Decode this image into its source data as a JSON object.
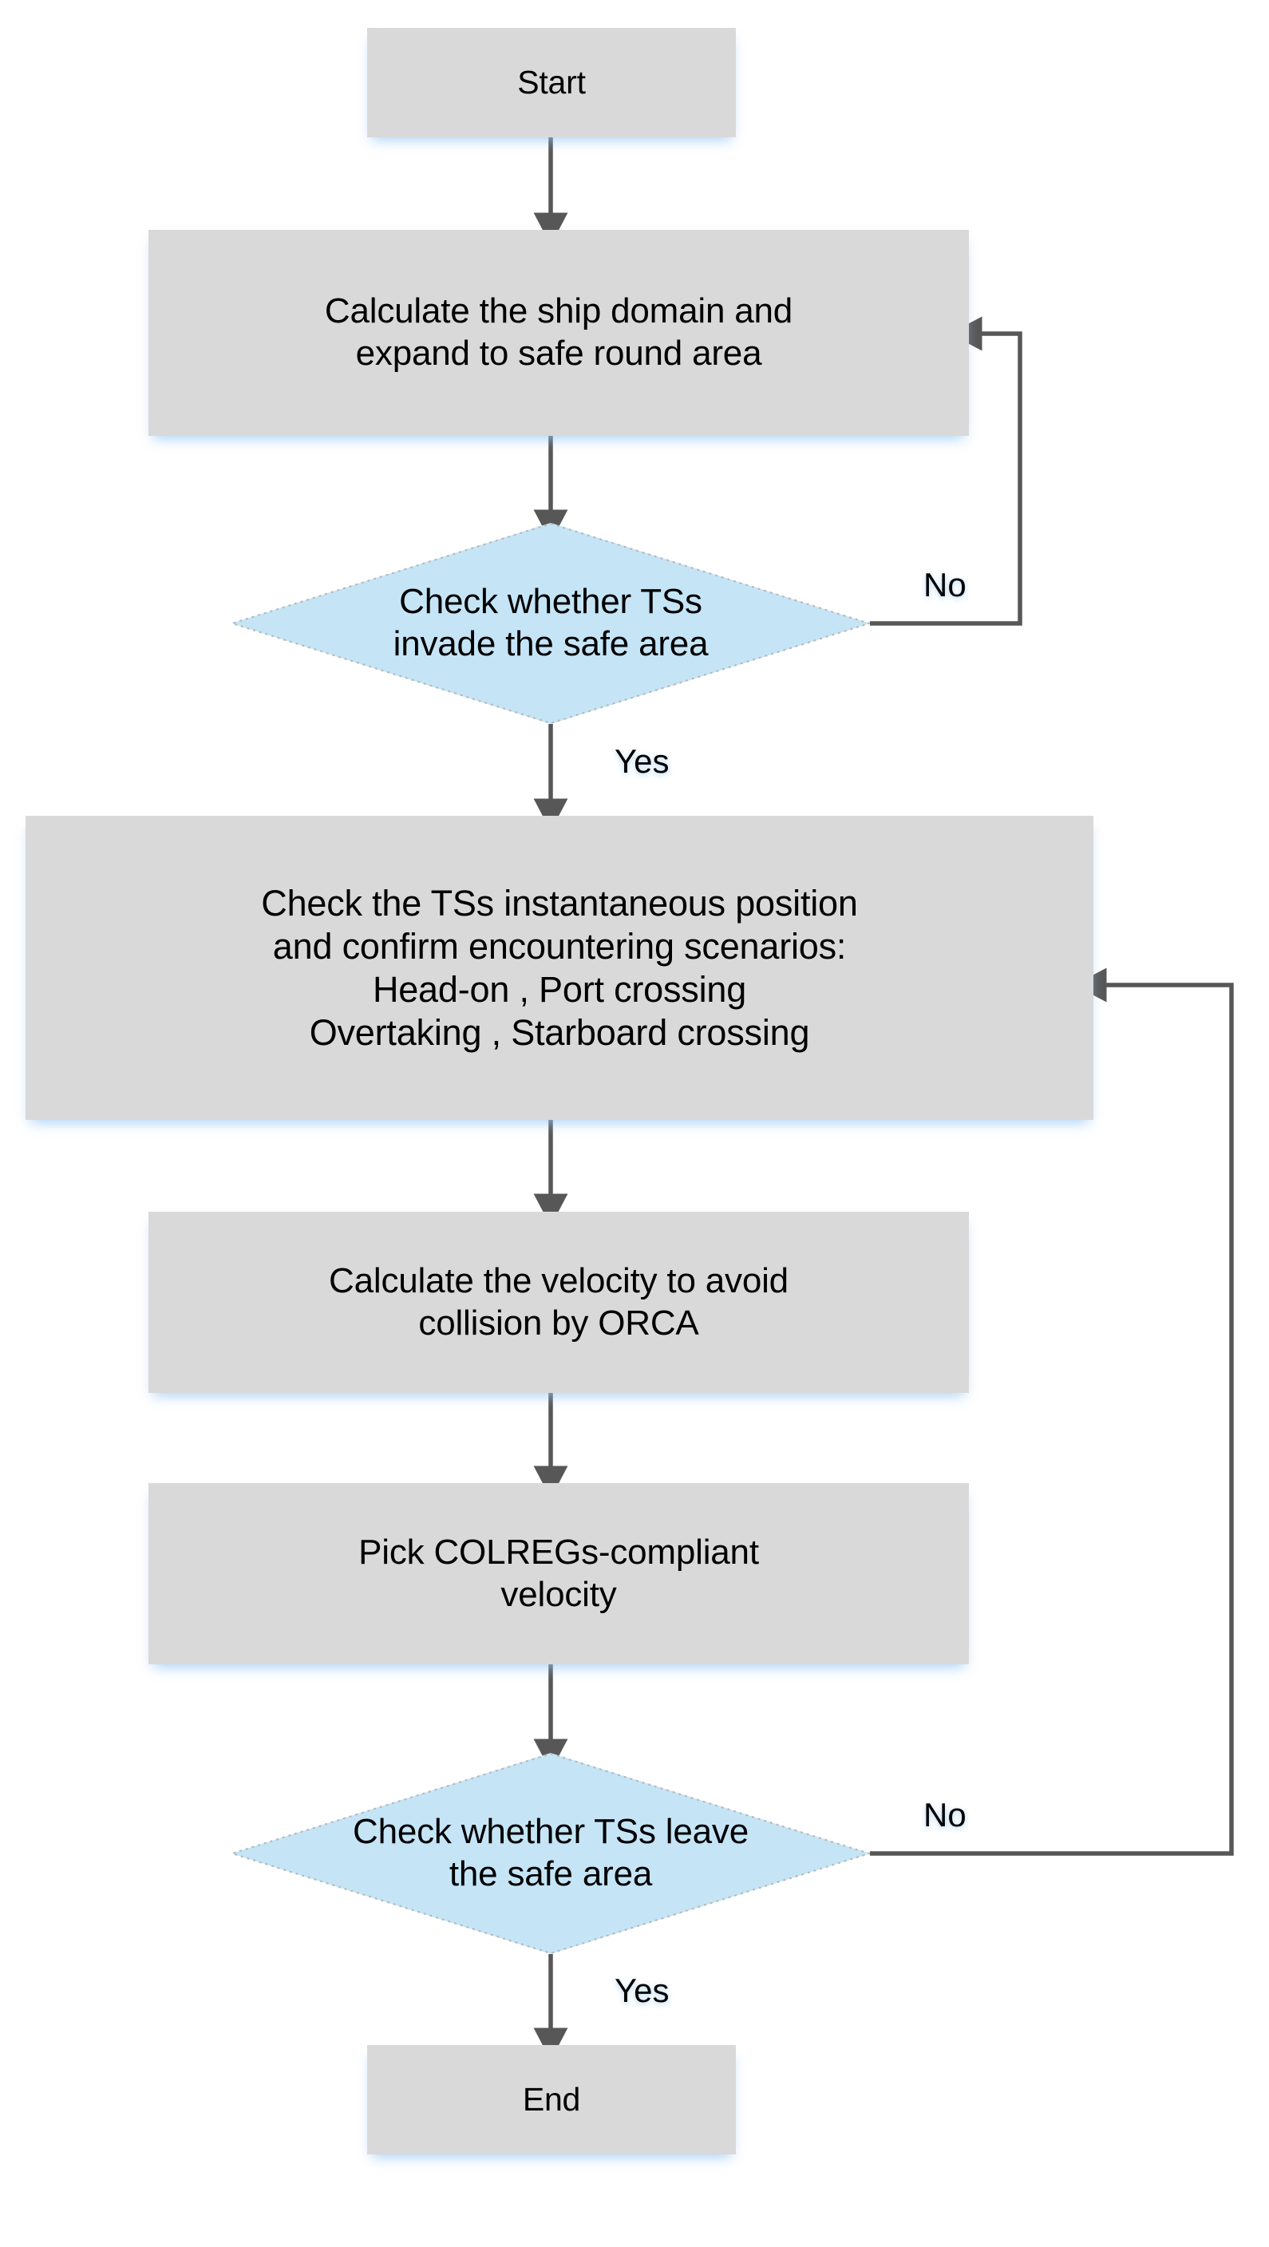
{
  "diagram": {
    "title": "Collision avoidance decision flowchart",
    "type": "flowchart",
    "colors": {
      "process_fill": "#d9d9d9",
      "decision_fill": "#c5e5f7",
      "connector": "#575757",
      "text": "#000000",
      "background": "#ffffff",
      "glow": "#b8dcf7"
    },
    "nodes": [
      {
        "id": "start",
        "shape": "process",
        "label": "Start"
      },
      {
        "id": "ship_domain",
        "shape": "process",
        "label": "Calculate the ship domain and\nexpand to safe round area"
      },
      {
        "id": "check_invade",
        "shape": "decision",
        "label": "Check whether TSs\ninvade the safe area"
      },
      {
        "id": "scenarios",
        "shape": "process",
        "label": "Check the TSs instantaneous position\nand confirm encountering scenarios:\nHead-on , Port crossing\nOvertaking , Starboard crossing"
      },
      {
        "id": "orca",
        "shape": "process",
        "label": "Calculate the velocity to avoid\ncollision by ORCA"
      },
      {
        "id": "colregs",
        "shape": "process",
        "label": "Pick  COLREGs-compliant\nvelocity"
      },
      {
        "id": "check_leave",
        "shape": "decision",
        "label": "Check whether TSs leave\nthe safe area"
      },
      {
        "id": "end",
        "shape": "process",
        "label": "End"
      }
    ],
    "edge_labels": {
      "invade_no": "No",
      "invade_yes": "Yes",
      "leave_no": "No",
      "leave_yes": "Yes"
    },
    "edges": [
      {
        "from": "start",
        "to": "ship_domain",
        "label": ""
      },
      {
        "from": "ship_domain",
        "to": "check_invade",
        "label": ""
      },
      {
        "from": "check_invade",
        "to": "ship_domain",
        "label": "No"
      },
      {
        "from": "check_invade",
        "to": "scenarios",
        "label": "Yes"
      },
      {
        "from": "scenarios",
        "to": "orca",
        "label": ""
      },
      {
        "from": "orca",
        "to": "colregs",
        "label": ""
      },
      {
        "from": "colregs",
        "to": "check_leave",
        "label": ""
      },
      {
        "from": "check_leave",
        "to": "scenarios",
        "label": "No"
      },
      {
        "from": "check_leave",
        "to": "end",
        "label": "Yes"
      }
    ]
  }
}
